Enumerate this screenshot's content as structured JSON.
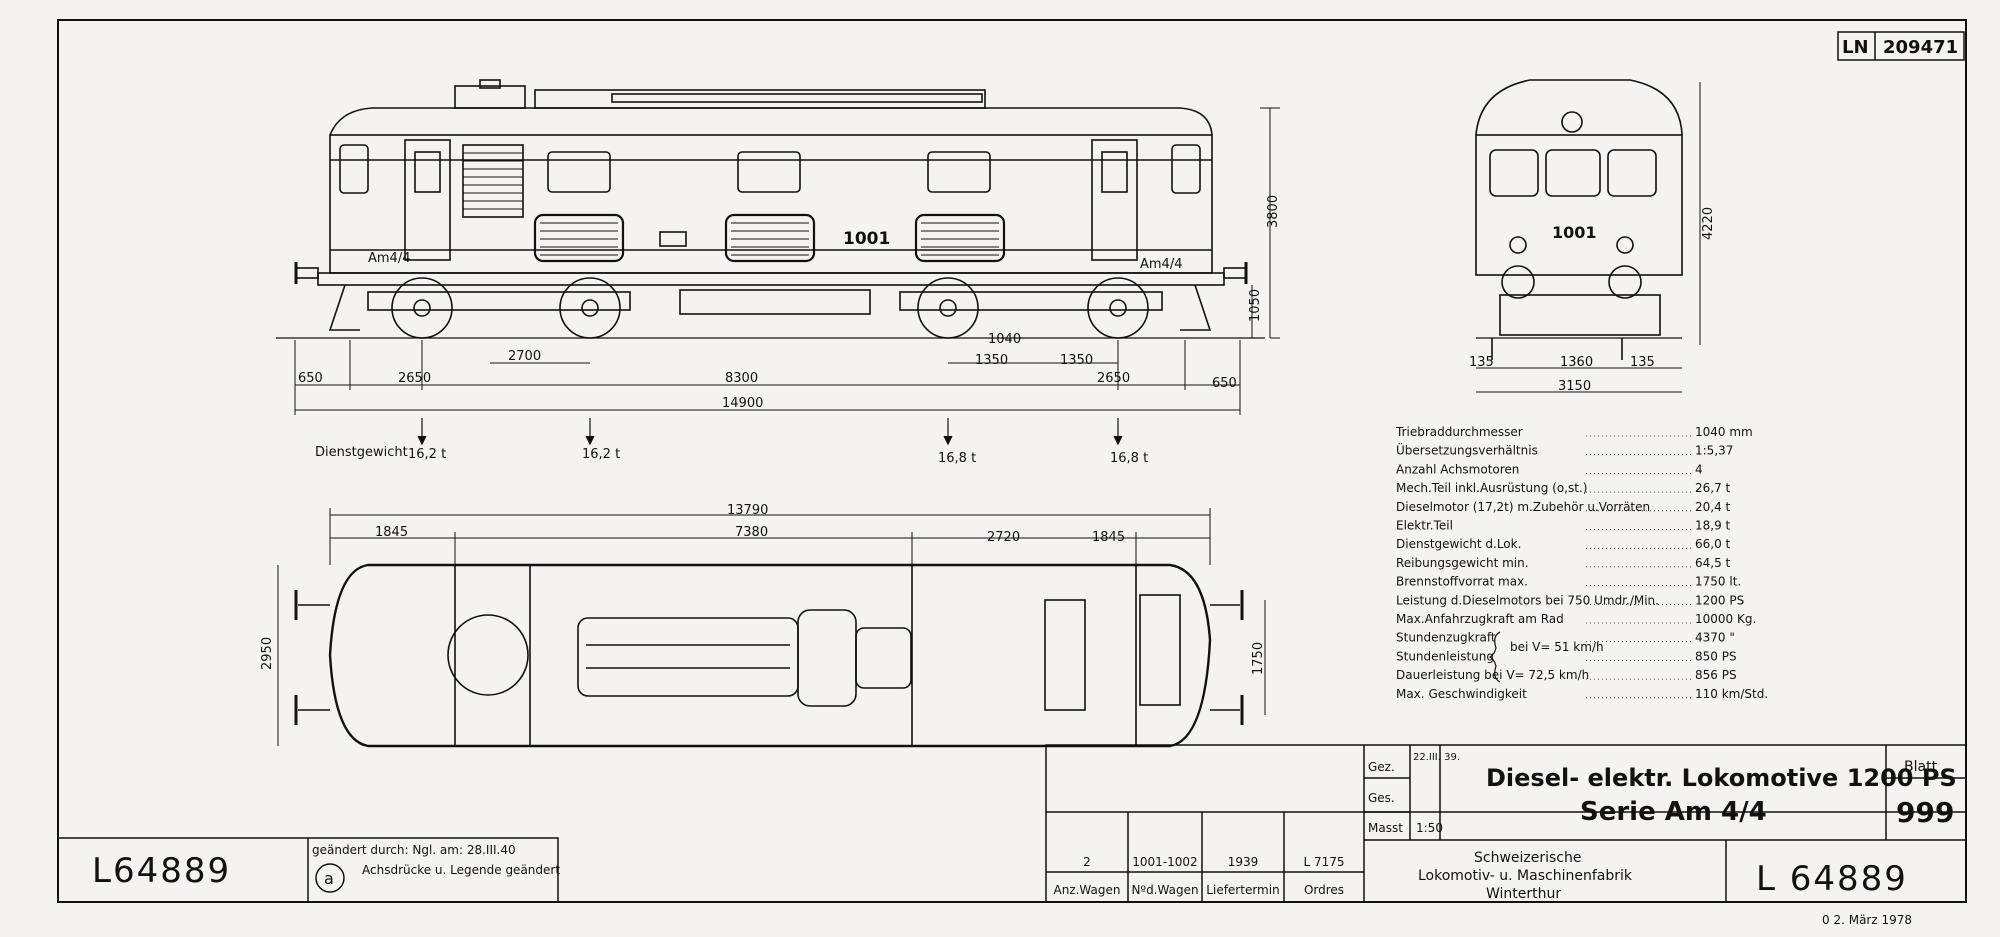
{
  "sheet": {
    "ln_label": "LN",
    "ln_number": "209471",
    "drawing_number": "L64889",
    "drawing_number_right": "L 64889"
  },
  "side_view": {
    "number": "1001",
    "class_left": "Am4/4",
    "class_right": "Am4/4",
    "dims": {
      "height": "3800",
      "axle_height": "1050",
      "d1040": "1040",
      "d1350a": "1350",
      "d1350b": "1350",
      "d2700": "2700",
      "d650l": "650",
      "d2650l": "2650",
      "d8300": "8300",
      "d2650r": "2650",
      "d650r": "650",
      "d14900": "14900"
    },
    "weights": {
      "label": "Dienstgewicht",
      "w1": "16,2 t",
      "w2": "16,2 t",
      "w3": "16,8 t",
      "w4": "16,8 t"
    }
  },
  "front_view": {
    "number": "1001",
    "dims": {
      "height": "4220",
      "d135l": "135",
      "d1360": "1360",
      "d135r": "135",
      "d3150": "3150"
    }
  },
  "plan_view": {
    "dims": {
      "d13790": "13790",
      "d1845l": "1845",
      "d7380": "7380",
      "d2720": "2720",
      "d1845r": "1845",
      "d2950": "2950",
      "d1750": "1750"
    }
  },
  "specs": [
    {
      "label": "Triebraddurchmesser",
      "value": "1040 mm"
    },
    {
      "label": "Übersetzungsverhältnis",
      "value": "1:5,37"
    },
    {
      "label": "Anzahl Achsmotoren",
      "value": "4"
    },
    {
      "label": "Mech.Teil inkl.Ausrüstung (o,st.)",
      "value": "26,7 t"
    },
    {
      "label": "Dieselmotor (17,2t) m.Zubehör u.Vorräten",
      "value": "20,4 t"
    },
    {
      "label": "Elektr.Teil",
      "value": "18,9 t"
    },
    {
      "label": "Dienstgewicht d.Lok.",
      "value": "66,0 t"
    },
    {
      "label": "Reibungsgewicht min.",
      "value": "64,5 t"
    },
    {
      "label": "Brennstoffvorrat max.",
      "value": "1750 lt."
    },
    {
      "label": "Leistung d.Dieselmotors bei 750 Umdr./Min.",
      "value": "1200 PS"
    },
    {
      "label": "Max.Anfahrzugkraft am Rad",
      "value": "10000 Kg."
    },
    {
      "label": "Stundenzugkraft",
      "value": "4370 \""
    },
    {
      "label": "Stundenleistung",
      "value": "850 PS"
    },
    {
      "label": "Dauerleistung bei V= 72,5 km/h",
      "value": "856 PS"
    },
    {
      "label": "Max. Geschwindigkeit",
      "value": "110 km/Std."
    }
  ],
  "spec_brace_label": "bei V= 51 km/h",
  "revision": {
    "letter": "a",
    "line1": "geändert durch: Ngl. am: 28.III.40",
    "line2": "Achsdrücke u. Legende geändert"
  },
  "title_block": {
    "gez_label": "Gez.",
    "gez_date": "22.III. 39.",
    "ges_label": "Ges.",
    "masst_label": "Masst",
    "scale": "1:50",
    "title": "Diesel- elektr. Lokomotive 1200 PS",
    "series": "Serie Am 4/4",
    "blatt_label": "Blatt",
    "blatt_number": "999",
    "order_values": [
      "2",
      "1001-1002",
      "1939",
      "L 7175"
    ],
    "order_headers": [
      "Anz.Wagen",
      "Nºd.Wagen",
      "Liefertermin",
      "Ordres"
    ],
    "company": [
      "Schweizerische",
      "Lokomotiv- u. Maschinenfabrik",
      "Winterthur"
    ],
    "stamp": "0 2. März 1978"
  }
}
